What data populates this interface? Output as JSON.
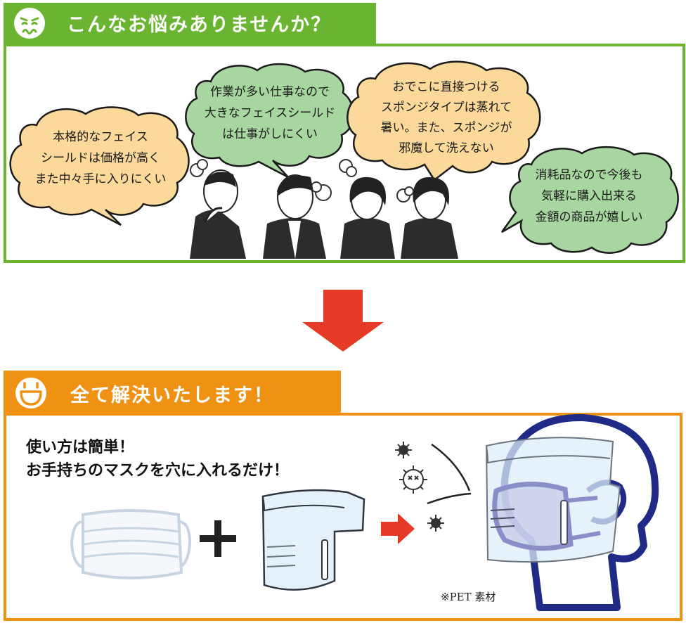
{
  "section1": {
    "title": "こんなお悩みありませんか？",
    "bubbles": [
      {
        "id": "price",
        "lines": [
          "本格的なフェイス",
          "シールドは価格が高く",
          "また中々手に入りにくい"
        ],
        "fill": "#fbd99b"
      },
      {
        "id": "big",
        "lines": [
          "作業が多い仕事なので",
          "大きなフェイスシールド",
          "は仕事がしにくい"
        ],
        "fill": "#a8d6a0"
      },
      {
        "id": "sponge",
        "lines": [
          "おでこに直接つける",
          "スポンジタイプは蒸れて",
          "暑い。また、スポンジが",
          "邪魔して洗えない"
        ],
        "fill": "#fbd99b"
      },
      {
        "id": "cost",
        "lines": [
          "消耗品なので今後も",
          "気軽に購入出来る",
          "金額の商品が嬉しい"
        ],
        "fill": "#a8d6a0"
      }
    ]
  },
  "section2": {
    "title": "全て解決いたします！",
    "instructions": [
      "使い方は簡単！",
      "お手持ちのマスクを穴に入れるだけ！"
    ],
    "material_note": "※PET 素材"
  },
  "colors": {
    "green": "#6ab432",
    "orange": "#ef9214",
    "arrow_red": "#e53a25",
    "head_navy": "#1f2b86",
    "mask_purple": "#8a8ec8",
    "shield_blue": "#dceef8"
  },
  "icons": [
    "worried-face-icon",
    "smile-face-icon",
    "down-arrow-icon",
    "plus-icon",
    "right-arrow-icon",
    "germ-icon"
  ]
}
